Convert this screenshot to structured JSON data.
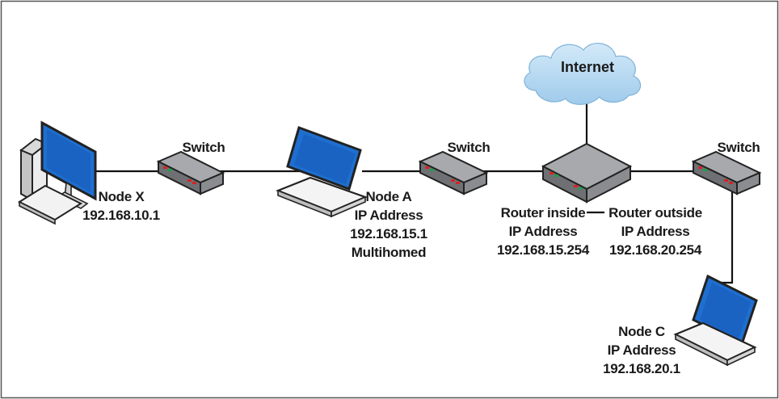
{
  "diagram": {
    "cloud": {
      "label": "Internet"
    },
    "switches": [
      {
        "label": "Switch"
      },
      {
        "label": "Switch"
      },
      {
        "label": "Switch"
      }
    ],
    "nodes": {
      "node_x": {
        "lines": [
          "Node X",
          "192.168.10.1"
        ]
      },
      "node_a": {
        "lines": [
          "Node A",
          "IP Address",
          "192.168.15.1",
          "Multihomed"
        ]
      },
      "router_inside": {
        "lines": [
          "Router inside",
          "IP Address",
          "192.168.15.254"
        ]
      },
      "router_outside": {
        "lines": [
          "Router outside",
          "IP Address",
          "192.168.20.254"
        ]
      },
      "node_c": {
        "lines": [
          "Node C",
          "IP Address",
          "192.168.20.1"
        ]
      }
    },
    "colors": {
      "screen": "#1e6fd0",
      "device_body": "#7d7f82",
      "device_top": "#a3a5a8",
      "led_red": "#d42424",
      "led_green": "#1f9d4a",
      "cloud_fill": "#b9d9f0",
      "border": "#555555"
    },
    "icons": [
      "desktop-computer-icon",
      "laptop-icon",
      "switch-icon",
      "router-icon",
      "cloud-icon"
    ]
  }
}
